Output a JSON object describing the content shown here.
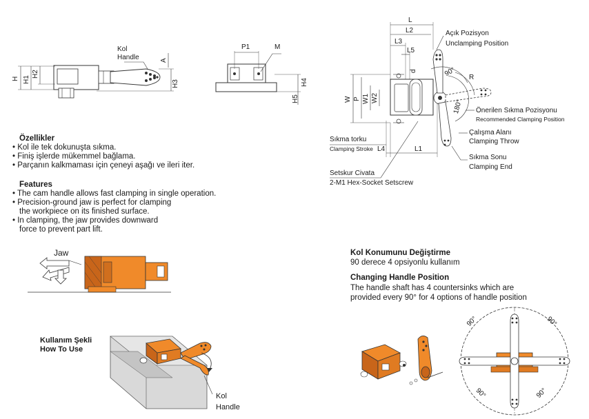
{
  "drawing": {
    "side_view": {
      "handle_label_tr": "Kol",
      "handle_label_en": "Handle",
      "dim_A": "A",
      "dim_H": "H",
      "dim_H1": "H1",
      "dim_H2": "H2",
      "dim_H3": "H3"
    },
    "end_view": {
      "dim_P1": "P1",
      "dim_M": "M",
      "dim_H4": "H4",
      "dim_H5": "H5"
    },
    "top_view": {
      "dim_L": "L",
      "dim_L2": "L2",
      "dim_L3": "L3",
      "dim_L5": "L5",
      "dim_d": "d",
      "dim_W": "W",
      "dim_P": "P",
      "dim_W1": "W1",
      "dim_W2": "W2",
      "dim_L4": "L4",
      "dim_L1": "L1",
      "dim_R": "R",
      "angle_90": "90°",
      "angle_180": "180°",
      "unclamping_tr": "Açık Pozisyon",
      "unclamping_en": "Unclamping Position",
      "recommended_tr": "Önerilen Sıkma Pozisyonu",
      "recommended_en": "Recommended Clamping Position",
      "throw_tr": "Çalışma Alanı",
      "throw_en": "Clamping Throw",
      "end_tr": "Sıkma Sonu",
      "end_en": "Clamping End",
      "stroke_tr": "Sıkma torku",
      "stroke_en": "Clamping Stroke",
      "setscrew_tr": "Setskur Civata",
      "setscrew_en": "2-M1 Hex-Socket Setscrew"
    }
  },
  "features_tr": {
    "title": "Özellikler",
    "items": [
      "• Kol ile tek dokunuşta sıkma.",
      "• Finiş işlerde mükemmel bağlama.",
      "• Parçanın kalkmaması için çeneyi aşağı ve ileri iter."
    ]
  },
  "features_en": {
    "title": "Features",
    "items": [
      "• The cam handle allows fast clamping in single operation.",
      "• Precision-ground jaw is perfect for clamping",
      "   the workpiece on its finished surface.",
      "• In clamping, the jaw provides downward",
      "   force to prevent part lift."
    ]
  },
  "jaw_diagram": {
    "jaw_label": "Jaw"
  },
  "usage": {
    "title_tr": "Kullanım Şekli",
    "title_en": "How To Use",
    "handle_tr": "Kol",
    "handle_en": "Handle"
  },
  "handle_position": {
    "title_tr": "Kol Konumunu Değiştirme",
    "desc_tr": "90 derece 4 opsiyonlu kullanım",
    "title_en": "Changing Handle Position",
    "desc_en_1": "The handle shaft has 4 countersinks which are",
    "desc_en_2": "provided every 90° for 4 options of handle position",
    "angle": "90°"
  },
  "colors": {
    "orange": "#f08a2a",
    "orange_dark": "#c8651a",
    "gray_block": "#d9d9d9",
    "line": "#333333"
  }
}
